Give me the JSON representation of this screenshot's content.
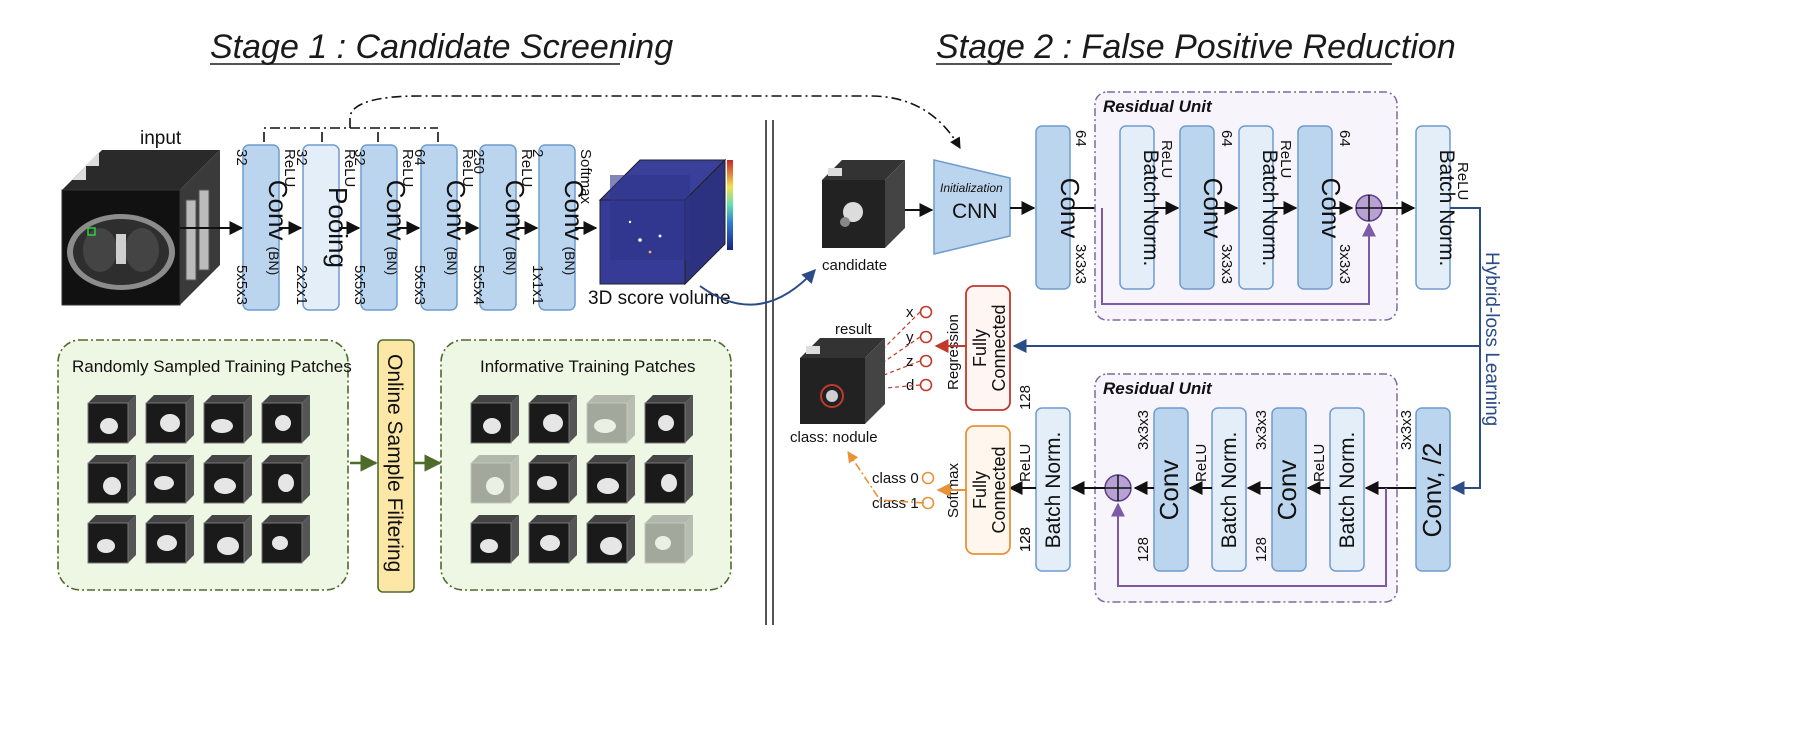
{
  "stage1": {
    "title": "Stage 1 : Candidate Screening",
    "input_label": "input",
    "score_label": "3D score volume",
    "layers": [
      {
        "name": "Conv",
        "sub": "(BN)",
        "channels": "32",
        "kernel": "5x5x3",
        "act": "ReLU"
      },
      {
        "name": "Pooing",
        "sub": "",
        "channels": "32",
        "kernel": "2x2x1",
        "act": "ReLU"
      },
      {
        "name": "Conv",
        "sub": "(BN)",
        "channels": "32",
        "kernel": "5x5x3",
        "act": "ReLU"
      },
      {
        "name": "Conv",
        "sub": "(BN)",
        "channels": "64",
        "kernel": "5x5x3",
        "act": "ReLU"
      },
      {
        "name": "Conv",
        "sub": "(BN)",
        "channels": "250",
        "kernel": "5x5x4",
        "act": "ReLU"
      },
      {
        "name": "Conv",
        "sub": "(BN)",
        "channels": "2",
        "kernel": "1x1x1",
        "act": "Softmax"
      }
    ],
    "random_patches_title": "Randomly Sampled Training Patches",
    "filter_label": "Online Sample Filtering",
    "informative_title": "Informative Training Patches"
  },
  "stage2": {
    "title": "Stage 2 : False Positive Reduction",
    "candidate_label": "candidate",
    "init_label": "Initialization",
    "cnn_label": "CNN",
    "conv_label": "Conv",
    "conv_kernel": "3x3x3",
    "conv_channels": "64",
    "residual_unit_label": "Residual Unit",
    "top_unit": {
      "bn1": "Batch Norm.",
      "relu1": "ReLU",
      "conv1": "Conv",
      "conv1_channels": "64",
      "conv1_kernel": "3x3x3",
      "bn2": "Batch Norm.",
      "relu2": "ReLU",
      "conv2": "Conv",
      "conv2_channels": "64",
      "conv2_kernel": "3x3x3"
    },
    "bn_out": "Batch Norm.",
    "relu_out": "ReLU",
    "hybrid_label": "Hybrid-loss Learning",
    "conv_half": "Conv, /2",
    "conv_half_kernel": "3x3x3",
    "bottom_unit": {
      "bn1": "Batch Norm.",
      "relu1": "ReLU",
      "conv1": "Conv",
      "conv1_kernel": "3x3x3",
      "conv1_channels": "128",
      "bn2": "Batch Norm.",
      "relu2": "ReLU",
      "conv2": "Conv",
      "conv2_kernel": "3x3x3",
      "conv2_channels": "128"
    },
    "bn_final": "Batch Norm.",
    "bn_final_channels": "128",
    "relu_final": "ReLU",
    "fc_label_1": "Fully",
    "fc_label_2": "Connected",
    "fc_reg_channels": "128",
    "fc_cls_channels": "128",
    "regression_label": "Regression",
    "softmax_label": "Softmax",
    "reg_outputs": [
      "x",
      "y",
      "z",
      "d"
    ],
    "cls_outputs": [
      "class 0",
      "class 1"
    ],
    "result_label": "result",
    "class_label": "class: nodule"
  },
  "colors": {
    "block_blue": "#bcd5ee",
    "block_light": "#e3eef9",
    "block_border": "#6f9ccf",
    "green_panel": "#eef6e4",
    "green_border": "#4e6b2c",
    "filter_fill": "#fde7a6",
    "residual_border": "#7d6aa1",
    "sum_node": "#b8a2d4",
    "fc_reg_border": "#c0392b",
    "fc_cls_border": "#e8923a",
    "arrow_navy": "#2b4c87",
    "purple_line": "#7b5aa6"
  }
}
